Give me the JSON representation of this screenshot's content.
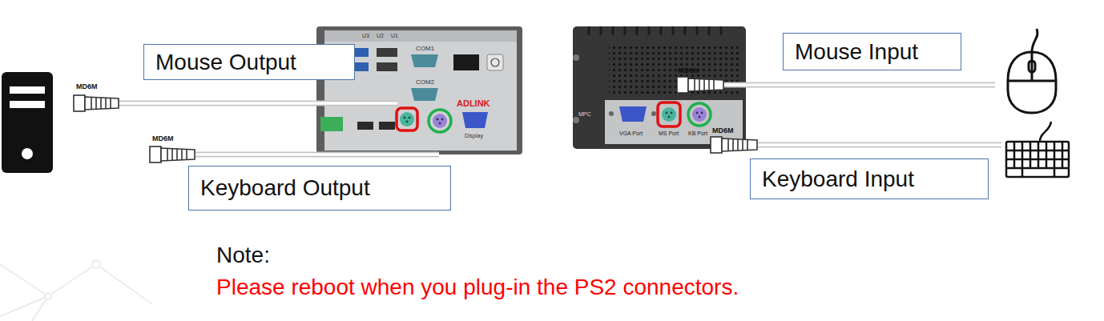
{
  "diagram": {
    "nodes": [
      {
        "text": [
          "Mouse Output"
        ]
      },
      {
        "text": [
          "Keyboard Output"
        ]
      },
      {
        "text": [
          "Mouse Input"
        ]
      },
      {
        "text": [
          "Keyboard Input"
        ]
      }
    ],
    "labels": [
      "MD6M",
      "MD6M",
      "MD6M",
      "MD6M",
      "U3",
      "U2",
      "U1",
      "COM1",
      "COM2",
      "ADLINK",
      "Display",
      "MPC",
      "VGA Port",
      "MS Port",
      "KB Port",
      "Note:",
      "Please reboot when you plug-in the PS2 connectors."
    ]
  }
}
